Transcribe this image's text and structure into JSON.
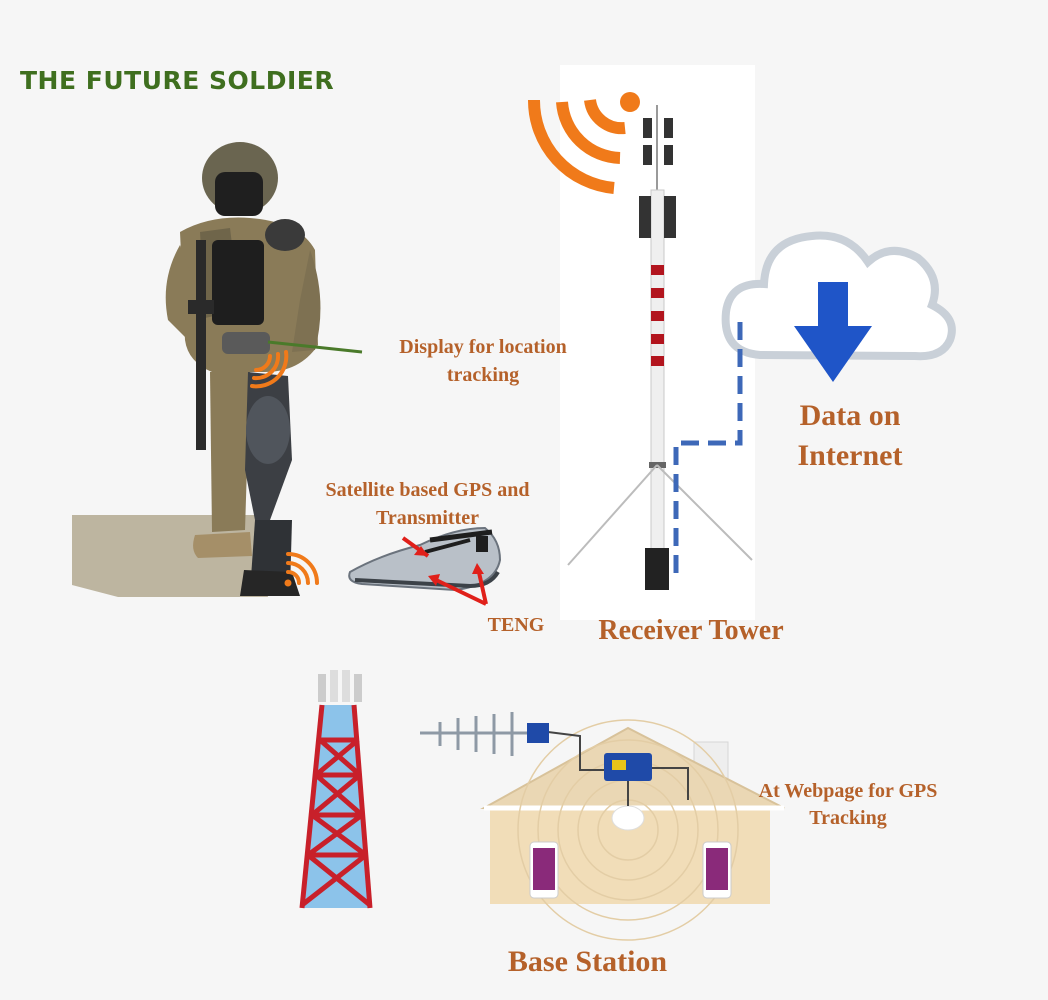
{
  "brand": "THE FUTURE SOLDIER",
  "labels": {
    "display": "Display for location tracking",
    "gps": "Satellite based GPS and Transmitter",
    "teng": "TENG",
    "receiver": "Receiver Tower",
    "internet": "Data on Internet",
    "webpage": "At Webpage for GPS Tracking",
    "base": "Base Station"
  },
  "colors": {
    "brand": "#3f6f1f",
    "label": "#b5612a",
    "signal": "#f07a1a",
    "arrow_blue": "#1f55c8",
    "dashed_link": "#3d68b8",
    "tower_red": "#c8202a",
    "callout_green": "#4a7a2a",
    "callout_red": "#e0201a"
  }
}
